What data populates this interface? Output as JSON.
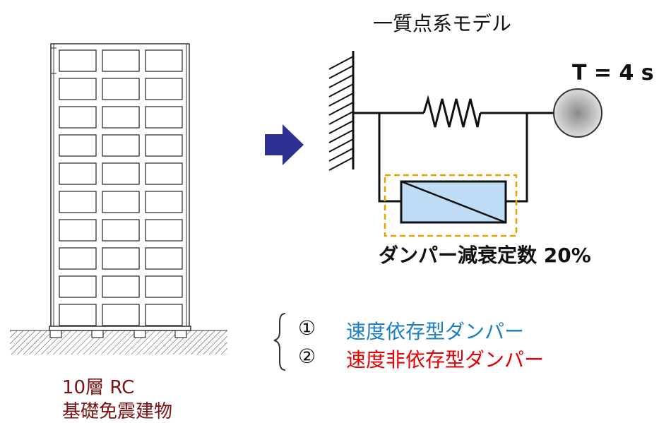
{
  "title": "一質点系モデル",
  "period_label": "T = 4 s",
  "damper_label": "ダンパー減衰定数  20%",
  "options": [
    {
      "num": "①",
      "label": "速度依存型ダンパー",
      "color": "#1a7fc4"
    },
    {
      "num": "②",
      "label": "速度非依存型ダンパー",
      "color": "#e60000"
    }
  ],
  "building_caption": {
    "line1": "10層 RC",
    "line2": "基礎免震建物",
    "color": "#7b1111"
  },
  "colors": {
    "arrow": "#2e3192",
    "damper_fill": "#bfdcf7",
    "damper_outline": "#e7a400",
    "mass_center": "#888888"
  }
}
